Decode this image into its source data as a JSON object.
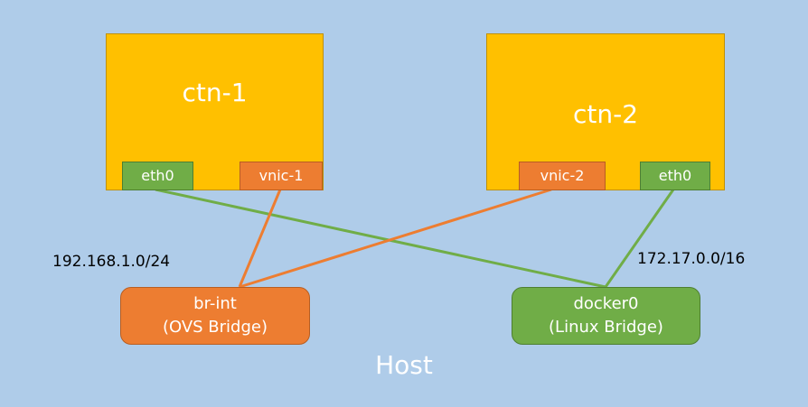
{
  "containers": [
    {
      "title": "ctn-1",
      "interfaces": [
        "eth0",
        "vnic-1"
      ]
    },
    {
      "title": "ctn-2",
      "interfaces": [
        "vnic-2",
        "eth0"
      ]
    }
  ],
  "bridges": [
    {
      "name": "br-int",
      "type": "(OVS Bridge)",
      "subnet": "192.168.1.0/24"
    },
    {
      "name": "docker0",
      "type": "(Linux Bridge)",
      "subnet": "172.17.0.0/16"
    }
  ],
  "host_label": "Host",
  "colors": {
    "background": "#afcce9",
    "container": "#ffc000",
    "green": "#70ad47",
    "orange": "#ed7d31",
    "text_light": "#ffffff"
  }
}
